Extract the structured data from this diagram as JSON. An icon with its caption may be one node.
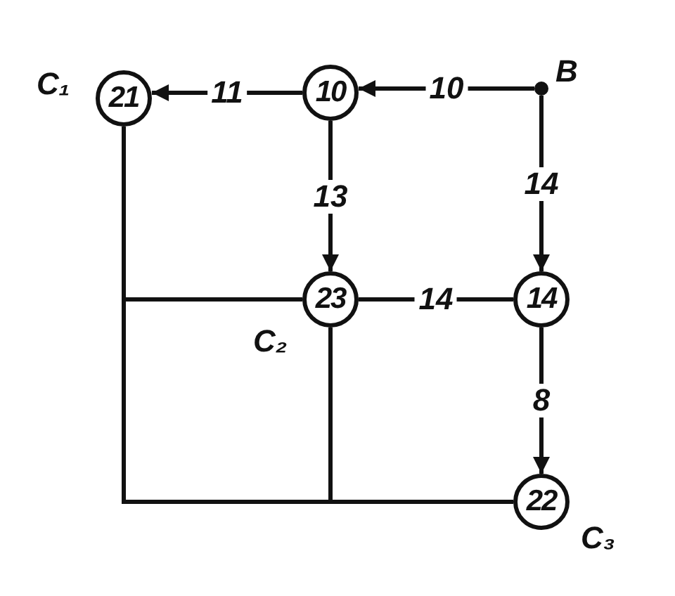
{
  "diagram": {
    "nodes": [
      {
        "text": [
          "21"
        ],
        "beside": [
          "C₁"
        ]
      },
      {
        "text": [
          "10"
        ]
      },
      {
        "text": [
          "B"
        ]
      },
      {
        "text": [
          "23"
        ],
        "beside": [
          "C₂"
        ]
      },
      {
        "text": [
          "14"
        ]
      },
      {
        "text": [
          "22"
        ],
        "beside": [
          "C₃"
        ]
      }
    ],
    "edges": [
      {
        "from": 1,
        "to": 0,
        "arrow": "to",
        "label": "11"
      },
      {
        "from": 2,
        "to": 1,
        "arrow": "to",
        "label": "10"
      },
      {
        "from": 1,
        "to": 3,
        "arrow": "to",
        "label": "13"
      },
      {
        "from": 2,
        "to": 4,
        "arrow": "to",
        "label": "14"
      },
      {
        "from": 3,
        "to": 4,
        "arrow": "none",
        "label": "14"
      },
      {
        "from": 4,
        "to": 5,
        "arrow": "to",
        "label": "8"
      },
      {
        "from": 0,
        "to": 3,
        "arrow": "none"
      },
      {
        "from": 0,
        "to": 5,
        "arrow": "none"
      },
      {
        "from": 3,
        "to": 5,
        "arrow": "none"
      }
    ]
  }
}
